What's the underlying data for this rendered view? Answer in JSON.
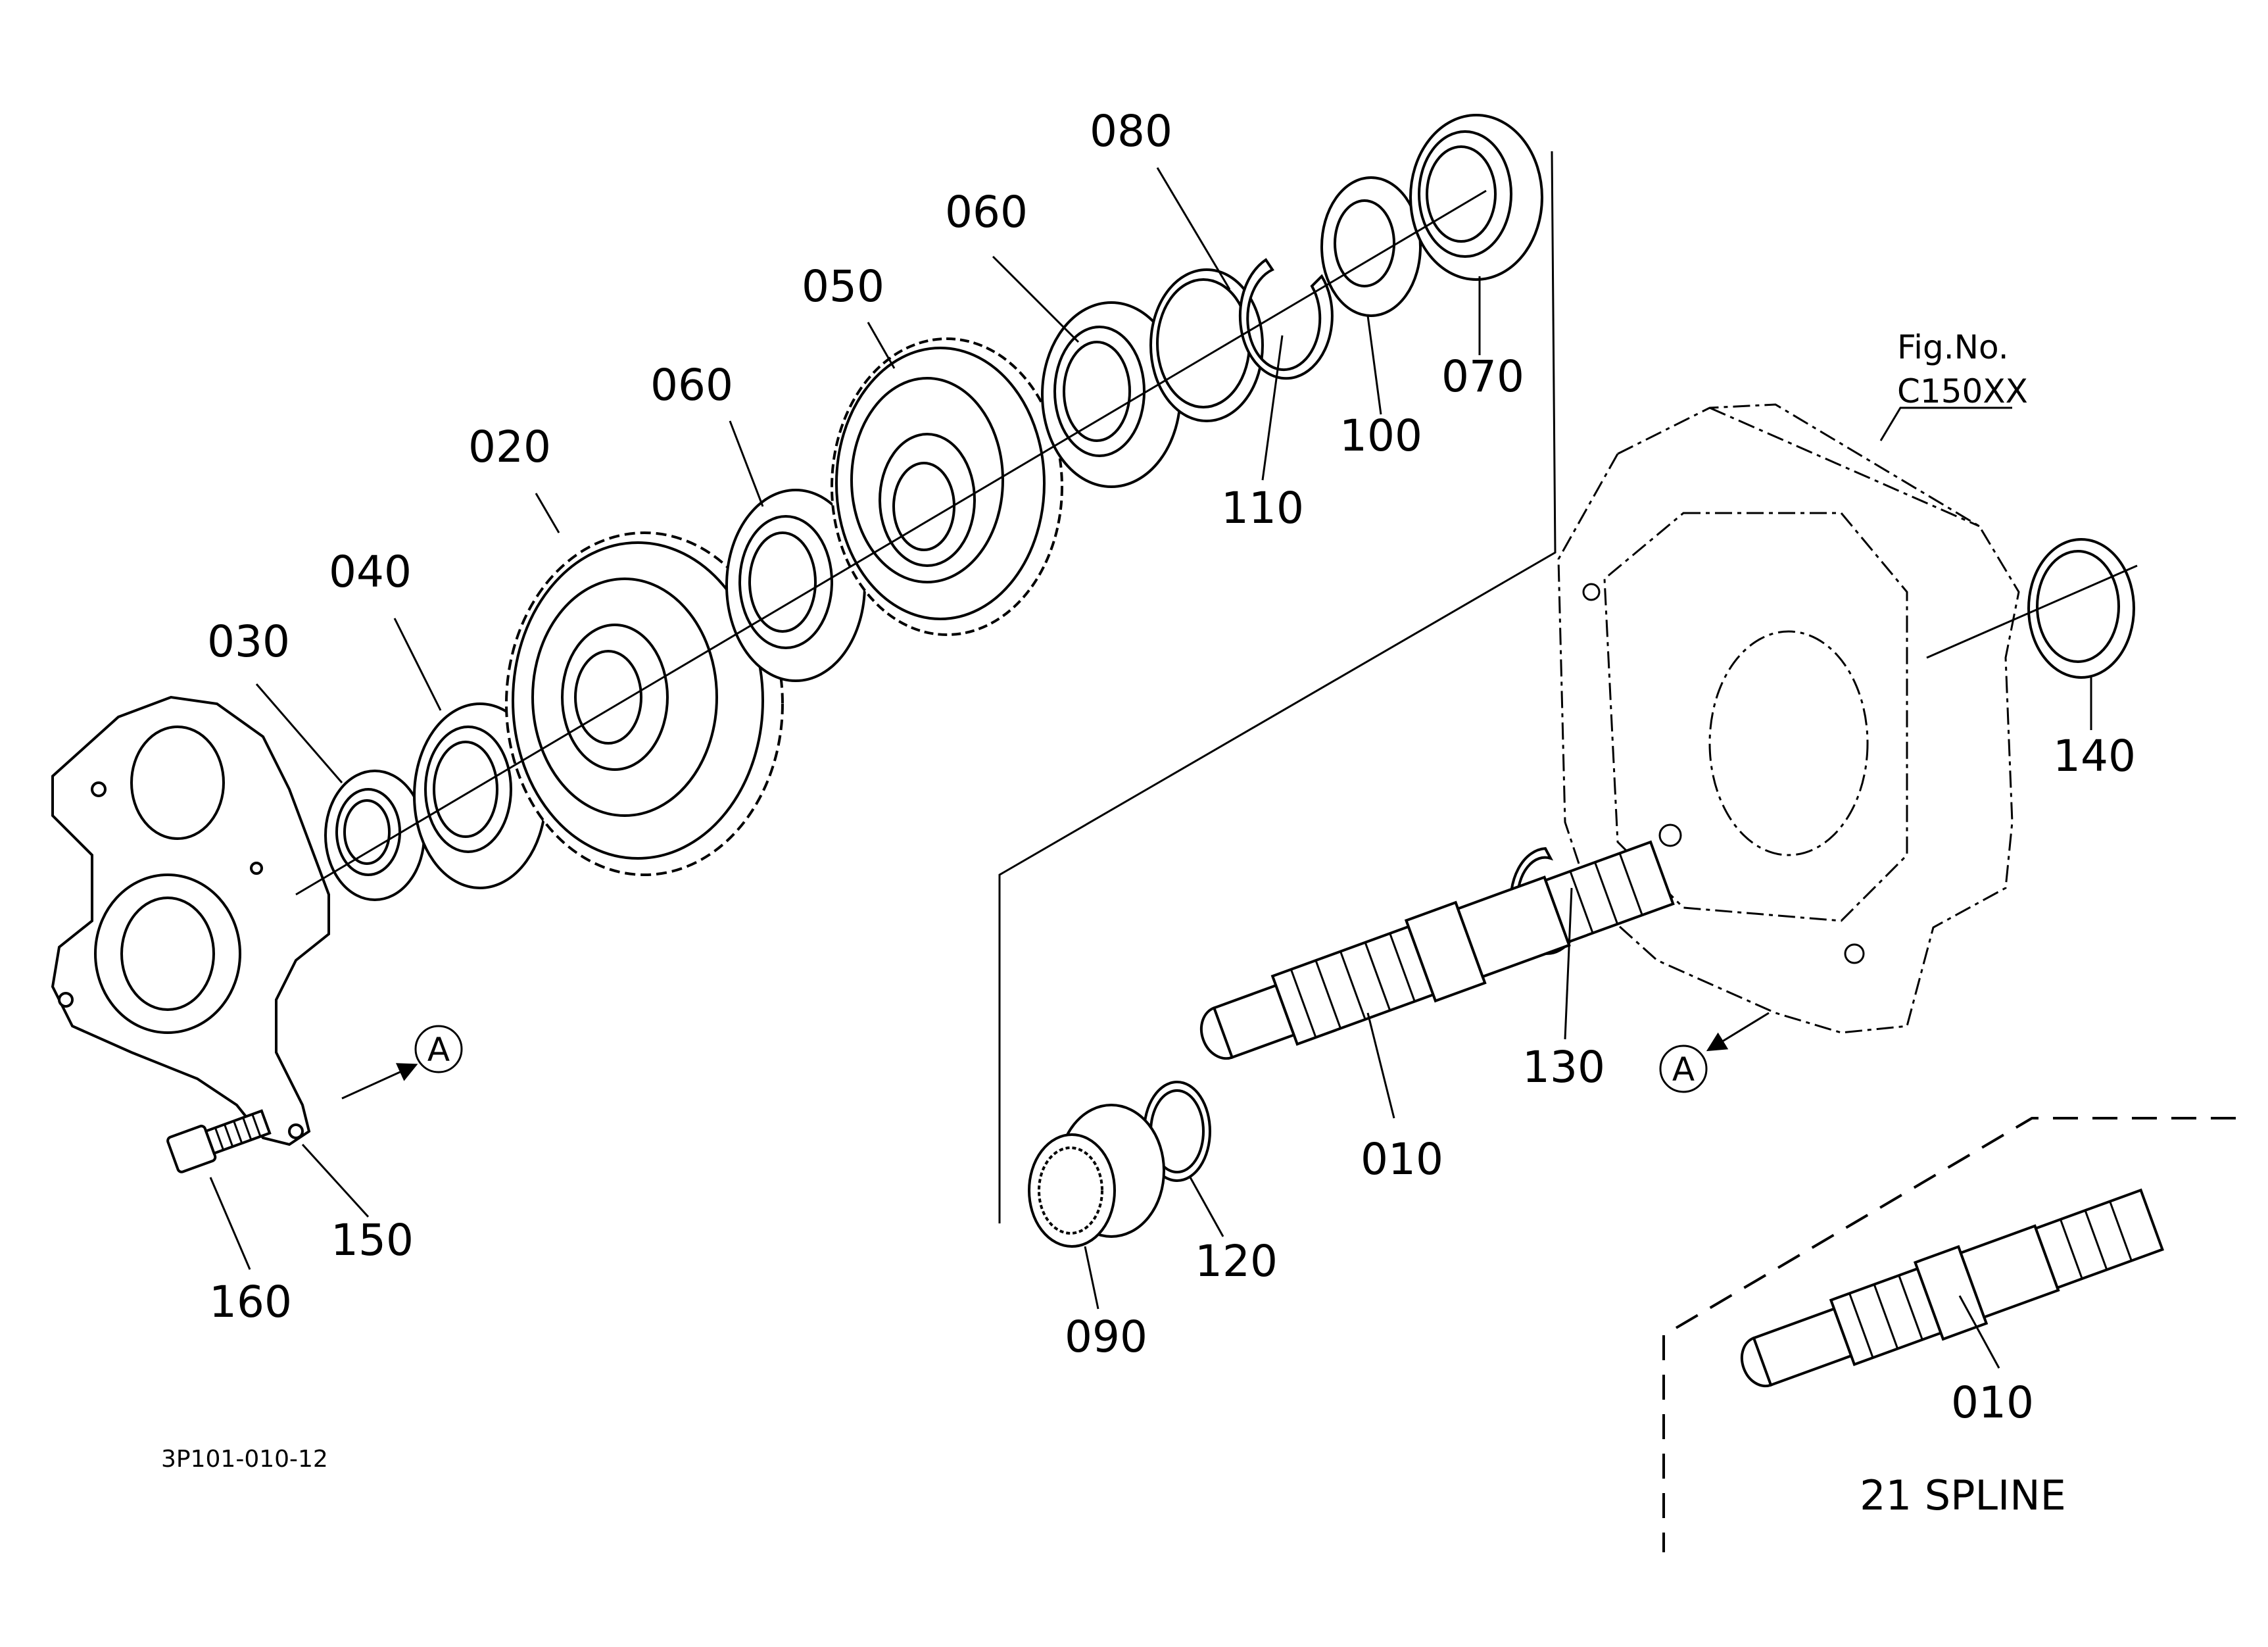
{
  "diagram": {
    "part_labels": {
      "p080": "080",
      "p060_top": "060",
      "p050": "050",
      "p070": "070",
      "p100": "100",
      "p110": "110",
      "p060_left": "060",
      "p020": "020",
      "p040": "040",
      "p030": "030",
      "p150": "150",
      "p160": "160",
      "p130": "130",
      "p140": "140",
      "p010_main": "010",
      "p120": "120",
      "p090": "090",
      "p010_inset": "010"
    },
    "figure_reference": {
      "label": "Fig.No.",
      "number": "C150XX"
    },
    "callouts": {
      "left": "A",
      "right": "A"
    },
    "drawing_code": "3P101-010-12",
    "inset_caption": "21 SPLINE"
  }
}
